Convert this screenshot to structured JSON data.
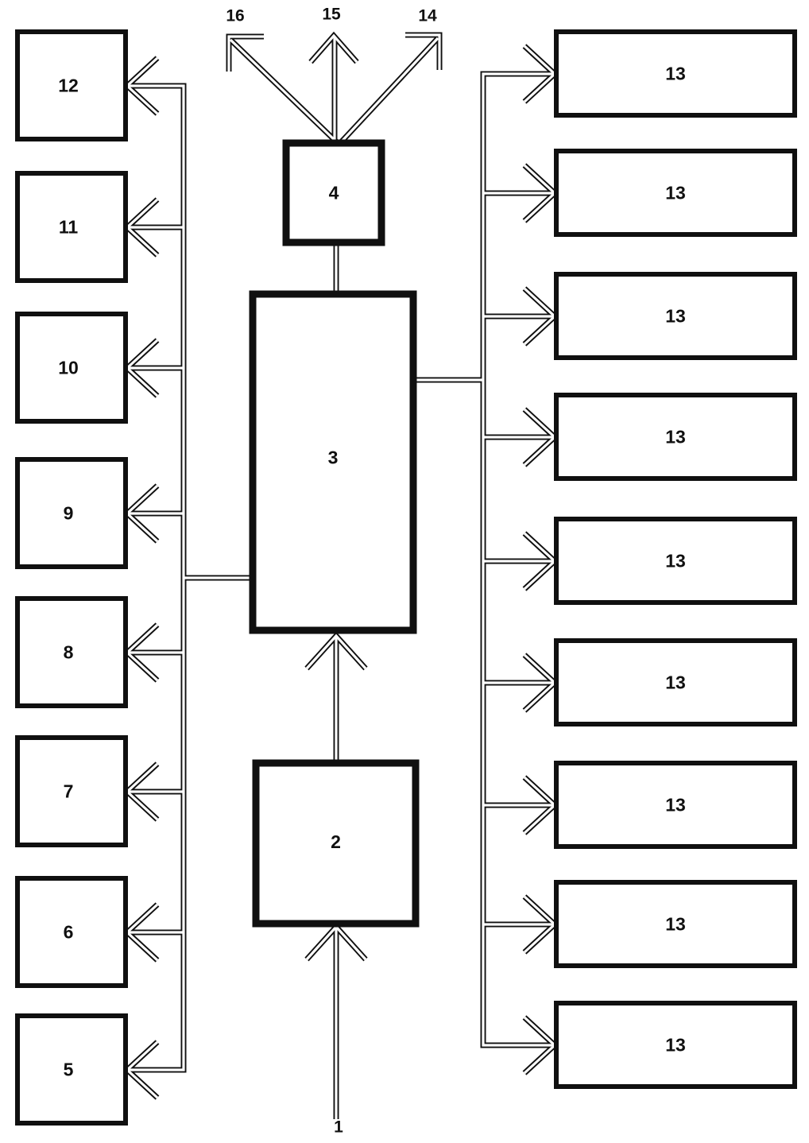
{
  "diagram": {
    "ink_color": "#101010",
    "paper_color": "#ffffff",
    "left_boxes": [
      {
        "label": "12"
      },
      {
        "label": "11"
      },
      {
        "label": "10"
      },
      {
        "label": "9"
      },
      {
        "label": "8"
      },
      {
        "label": "7"
      },
      {
        "label": "6"
      },
      {
        "label": "5"
      }
    ],
    "right_boxes": [
      {
        "label": "13"
      },
      {
        "label": "13"
      },
      {
        "label": "13"
      },
      {
        "label": "13"
      },
      {
        "label": "13"
      },
      {
        "label": "13"
      },
      {
        "label": "13"
      },
      {
        "label": "13"
      },
      {
        "label": "13"
      }
    ],
    "center_boxes": [
      {
        "label": "4"
      },
      {
        "label": "3"
      },
      {
        "label": "2"
      }
    ],
    "arrow_labels": {
      "output_left": "16",
      "output_up": "15",
      "output_right": "14",
      "input": "1"
    }
  }
}
